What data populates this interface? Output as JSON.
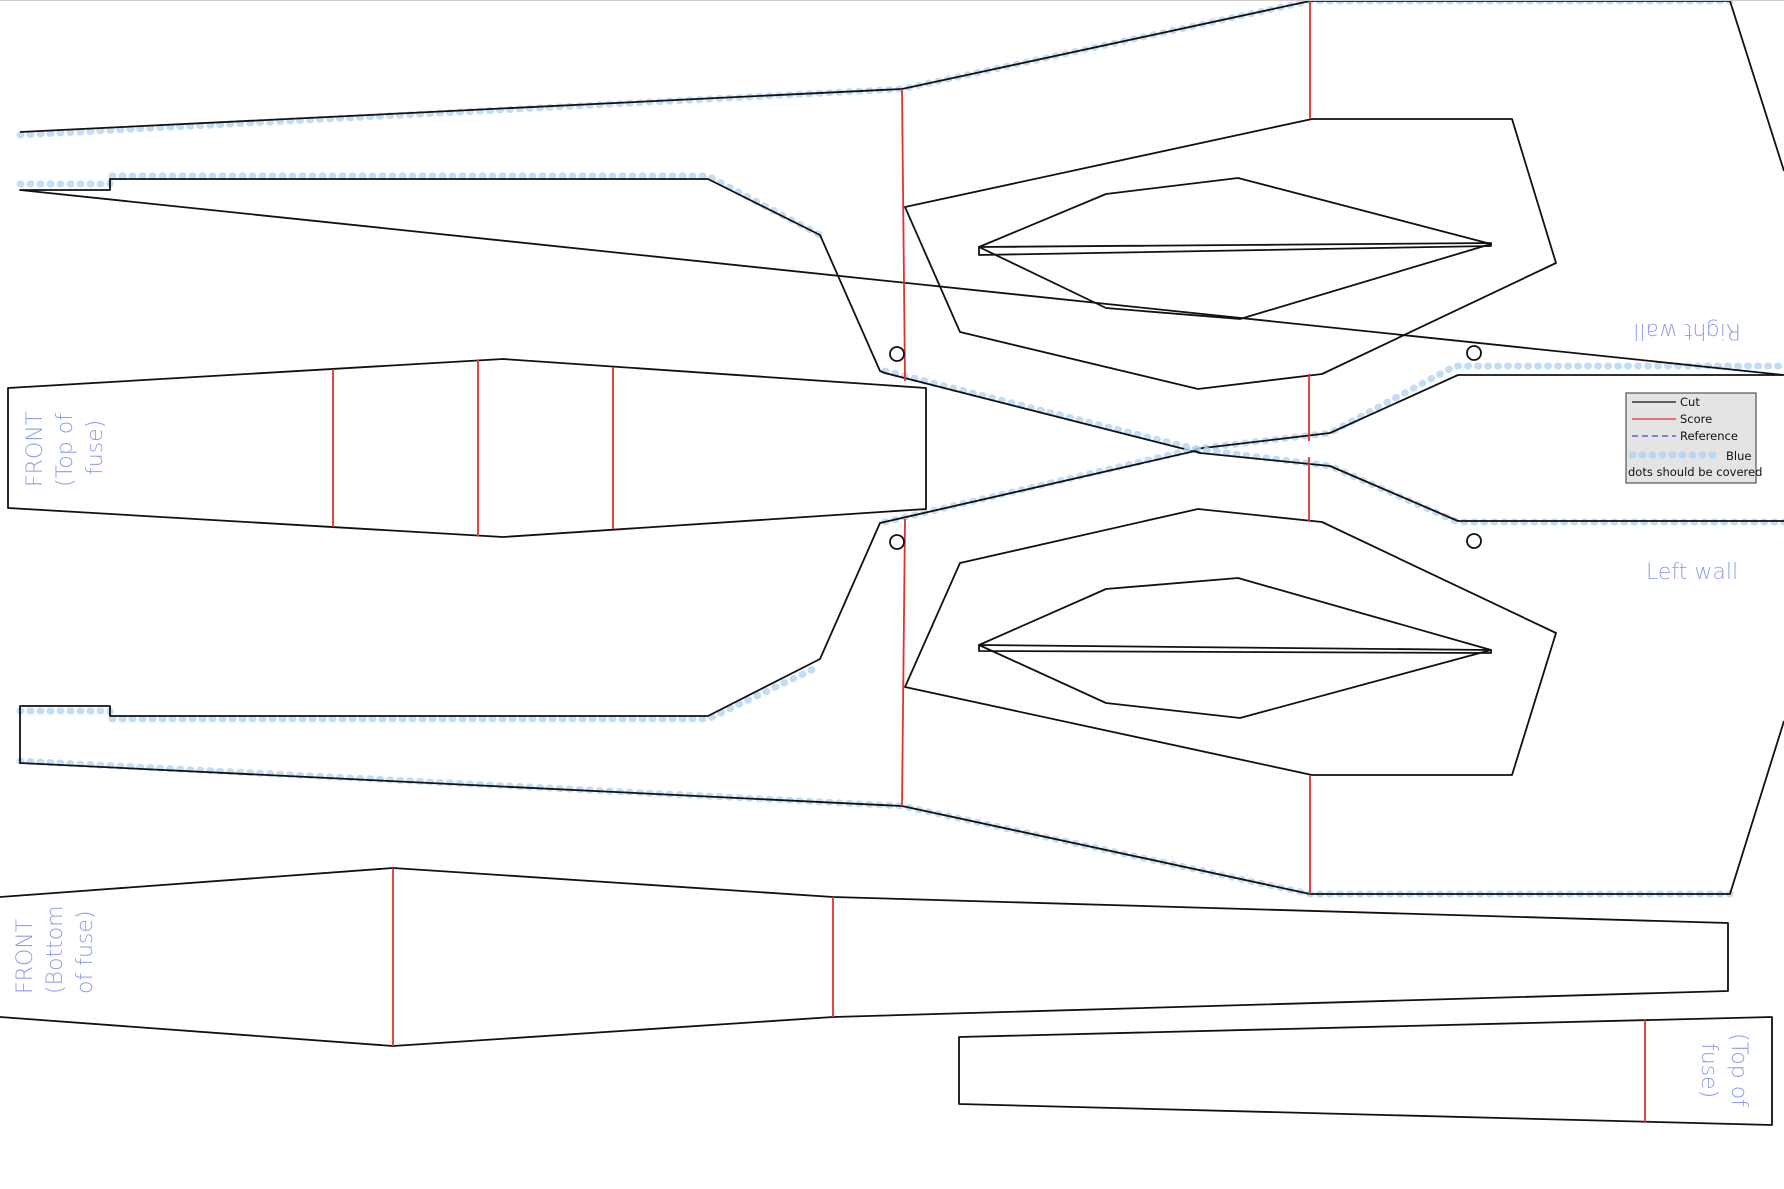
{
  "labels": {
    "right_wall": "Right wall",
    "left_wall": "Left wall",
    "front_top_1": "FRONT",
    "front_top_2": "(Top of",
    "front_top_3": "fuse)",
    "front_bottom_1": "FRONT",
    "front_bottom_2": "(Bottom",
    "front_bottom_3": "of fuse)",
    "top_of_fuse_1": "(Top of",
    "top_of_fuse_2": "fuse)"
  },
  "legend": {
    "cut": "Cut",
    "score": "Score",
    "reference": "Reference",
    "blue_line1": "Blue",
    "blue_line2": "dots should be covered"
  },
  "colors": {
    "cut": "#111111",
    "score": "#e0332a",
    "reference": "#3d48d8",
    "blue_dots": "#b9d7f2",
    "label": "#8e9cf0"
  }
}
